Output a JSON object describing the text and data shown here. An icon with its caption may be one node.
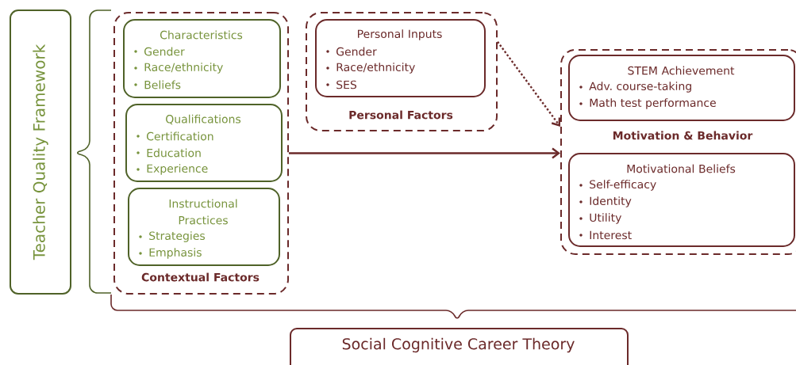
{
  "diagram": {
    "nodes": [
      {
        "text": [
          "Teacher Quality Framework"
        ]
      },
      {
        "text": [
          "Contextual Factors"
        ]
      },
      {
        "text": [
          "Characteristics",
          "Gender",
          "Race/ethnicity",
          "Beliefs"
        ],
        "in": 1
      },
      {
        "text": [
          "Qualifications",
          "Certification",
          "Education",
          "Experience"
        ],
        "in": 1
      },
      {
        "text": [
          "Instructional Practices",
          "Strategies",
          "Emphasis"
        ],
        "in": 1
      },
      {
        "text": [
          "Personal Factors"
        ]
      },
      {
        "text": [
          "Personal Inputs",
          "Gender",
          "Race/ethnicity",
          "SES"
        ],
        "in": 5
      },
      {
        "text": [
          "Motivation & Behavior"
        ]
      },
      {
        "text": [
          "STEM Achievement",
          "Adv. course-taking",
          "Math test performance"
        ],
        "in": 7
      },
      {
        "text": [
          "Motivational Beliefs",
          "Self-efficacy",
          "Identity",
          "Utility",
          "Interest"
        ],
        "in": 7
      },
      {
        "text": [
          "Social Cognitive Career Theory"
        ]
      }
    ],
    "edges": [
      {
        "from": 1,
        "to": 7,
        "arrow": "to"
      },
      {
        "from": 5,
        "to": 7,
        "arrow": "to",
        "style": "dashed"
      }
    ]
  }
}
